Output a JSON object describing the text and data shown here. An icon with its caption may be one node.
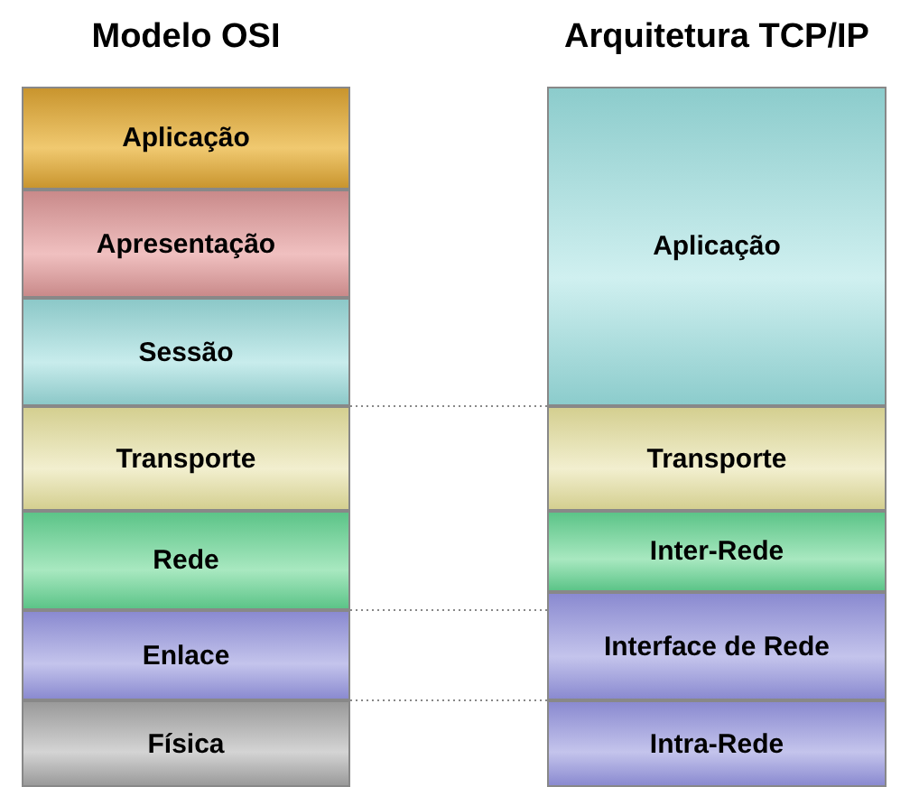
{
  "diagram": {
    "nodes": [
      {
        "text": [
          "Aplicação"
        ]
      },
      {
        "text": [
          "Apresentação"
        ]
      },
      {
        "text": [
          "Sessão"
        ]
      },
      {
        "text": [
          "Transporte"
        ]
      },
      {
        "text": [
          "Rede"
        ]
      },
      {
        "text": [
          "Enlace"
        ]
      },
      {
        "text": [
          "Física"
        ]
      },
      {
        "text": [
          "Aplicação"
        ]
      },
      {
        "text": [
          "Transporte"
        ]
      },
      {
        "text": [
          "Inter-Rede"
        ]
      },
      {
        "text": [
          "Interface de Rede"
        ]
      },
      {
        "text": [
          "Intra-Rede"
        ]
      }
    ],
    "labels": [
      "Modelo OSI",
      "Arquitetura TCP/IP"
    ]
  }
}
